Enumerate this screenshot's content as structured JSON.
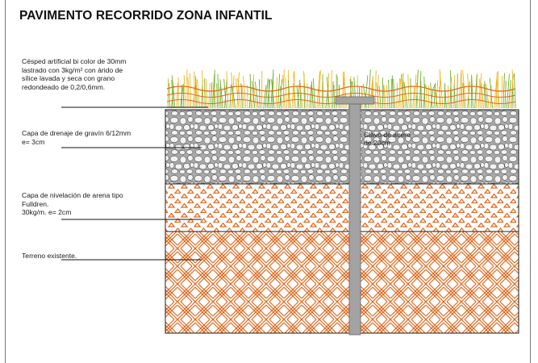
{
  "title": "PAVIMENTO RECORRIDO ZONA INFANTIL",
  "layers": [
    {
      "name": "cesped",
      "lines": [
        "Césped artificial bi color de 30mm",
        "lastrado con 3kg/m² con árido de",
        "sílice lavada y seca con grano",
        "redondeado de 0,2/0,6mm."
      ]
    },
    {
      "name": "drenaje",
      "lines": [
        "Capa de drenaje de gravín 6/12mm",
        "e= 3cm"
      ]
    },
    {
      "name": "nivelacion",
      "lines": [
        "Capa de nivelación de arena tipo",
        "Fulldren.",
        "30kg/m.   e= 2cm"
      ]
    },
    {
      "name": "terreno",
      "lines": [
        "Terreno existente."
      ]
    }
  ],
  "stake_label": [
    "Clavo de acero",
    "de 20cm"
  ],
  "colors": {
    "gravel_fill": "#a9a9a9",
    "orange": "#e06a1f",
    "grass_green": "#6fae2a",
    "grass_yellow": "#e8b81c",
    "stake": "#a3a3a3"
  }
}
